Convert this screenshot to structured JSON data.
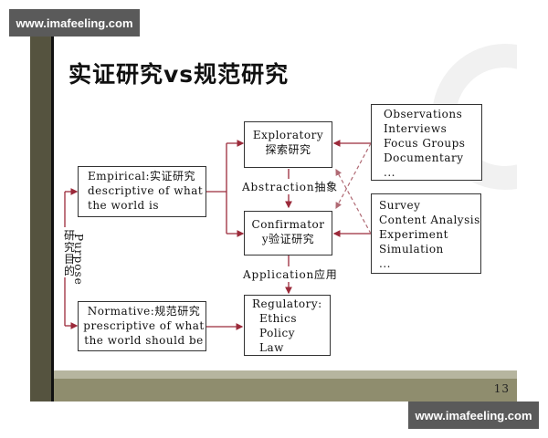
{
  "watermark": {
    "top": "www.imafeeling.com",
    "bottom": "www.imafeeling.com"
  },
  "slide": {
    "title": "实证研究vs规范研究",
    "page_number": "13",
    "purpose_label_cn": "研究目的",
    "purpose_label_en": "Purpose",
    "empirical_box": {
      "lines": [
        "Empirical:实证研究",
        "descriptive of what",
        "the world is"
      ]
    },
    "normative_box": {
      "lines": [
        "Normative:规范研究",
        "prescriptive of what",
        "the world should be"
      ]
    },
    "exploratory_box": {
      "lines": [
        "Exploratory",
        "探索研究"
      ]
    },
    "confirmatory_box": {
      "lines": [
        "Confirmator",
        "y验证研究"
      ]
    },
    "regulatory_box": {
      "lines": [
        "Regulatory:",
        "Ethics",
        "Policy",
        "Law"
      ]
    },
    "qualitative_methods_box": {
      "lines": [
        "Observations",
        "Interviews",
        "Focus Groups",
        "Documentary",
        "..."
      ]
    },
    "quantitative_methods_box": {
      "lines": [
        "Survey",
        "Content Analysis",
        "Experiment",
        "Simulation",
        "..."
      ]
    },
    "abstraction_label": "Abstraction抽象",
    "application_label": "Application应用"
  },
  "colors": {
    "arrow": "#9b2a3a",
    "dashed_arrow": "#b06a74",
    "left_bar": "#55533f",
    "footer_dark": "#8f8d6e",
    "footer_light": "#b6b59f",
    "watermark_bg": "#5a5a5a"
  }
}
